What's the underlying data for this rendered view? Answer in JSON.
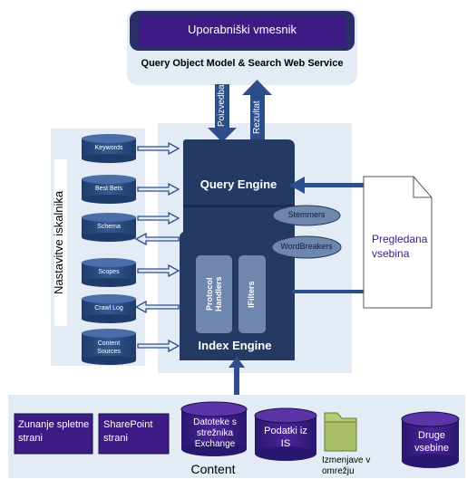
{
  "top": {
    "ui_label": "Uporabniški vmesnik",
    "service_label": "Query Object Model & Search Web Service",
    "query_arrow_label": "Poizvedba",
    "result_arrow_label": "Rezultat"
  },
  "admin": {
    "title": "Nastavitve iskalnika",
    "stores": [
      "Keywords",
      "Best Bets",
      "Schema",
      "Scopes",
      "Crawl Log",
      "Content Sources"
    ]
  },
  "engine": {
    "query_engine": "Query Engine",
    "index_engine": "Index Engine",
    "stemmers": "Stemmers",
    "wordbreakers": "WordBreakers",
    "protocol_handlers": "Protocol Handlers",
    "ifilters": "IFilters"
  },
  "crawled": {
    "label": "Pregledana vsebina"
  },
  "content": {
    "title": "Content",
    "sources": [
      "Zunanje spletne strani",
      "SharePoint strani",
      "Datoteke s strežnika Exchange",
      "Podatki iz IS",
      "Izmenjave v omrežju",
      "Druge vsebine"
    ]
  },
  "colors": {
    "dark_navy": "#243a63",
    "mid_blue": "#2c4f8c",
    "cylinder": "#27467a",
    "purple": "#3d1a84",
    "folder_green": "#b7c977",
    "panel": "#e3ebf4"
  }
}
